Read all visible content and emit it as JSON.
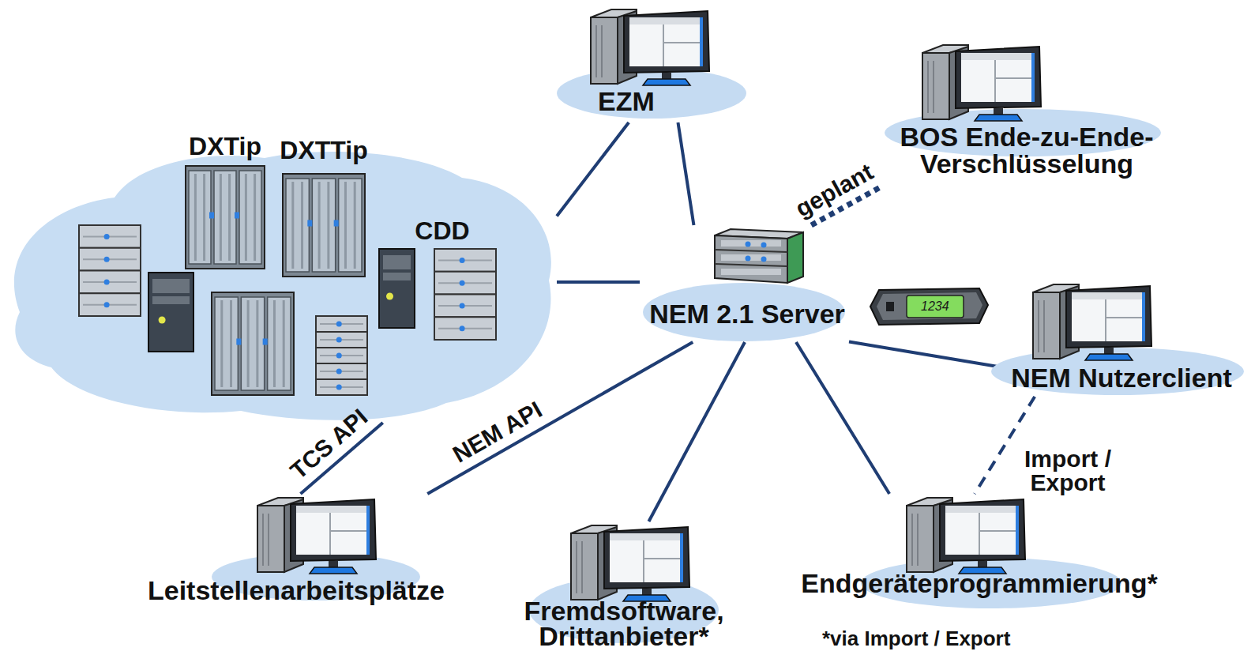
{
  "diagram": {
    "nodes": [
      {
        "text": [
          "DXTip",
          "DXTTip",
          "CDD"
        ]
      },
      {
        "text": [
          "EZM"
        ]
      },
      {
        "text": [
          "BOS Ende-zu-Ende-Verschlüsselung"
        ]
      },
      {
        "text": [
          "NEM 2.1 Server"
        ]
      },
      {
        "text": [
          "NEM Nutzerclient"
        ]
      },
      {
        "text": [
          "Leitstellenarbeitsplätze"
        ]
      },
      {
        "text": [
          "Fremdsoftware, Drittanbieter*"
        ]
      },
      {
        "text": [
          "Endgeräteprogrammierung*"
        ]
      }
    ],
    "edges": [
      {
        "from": 0,
        "to": 1,
        "arrow": "none"
      },
      {
        "from": 1,
        "to": 3,
        "arrow": "none"
      },
      {
        "from": 0,
        "to": 3,
        "arrow": "none"
      },
      {
        "from": 3,
        "to": 2,
        "arrow": "none",
        "label": "geplant"
      },
      {
        "from": 3,
        "to": 4,
        "arrow": "none"
      },
      {
        "from": 0,
        "to": 5,
        "arrow": "none",
        "label": "TCS API"
      },
      {
        "from": 3,
        "to": 5,
        "arrow": "none",
        "label": "NEM API"
      },
      {
        "from": 3,
        "to": 6,
        "arrow": "none"
      },
      {
        "from": 3,
        "to": 7,
        "arrow": "none"
      },
      {
        "from": 4,
        "to": 7,
        "arrow": "none",
        "label": "Import / Export"
      }
    ],
    "labels": [
      "1234",
      "*via Import / Export"
    ]
  }
}
